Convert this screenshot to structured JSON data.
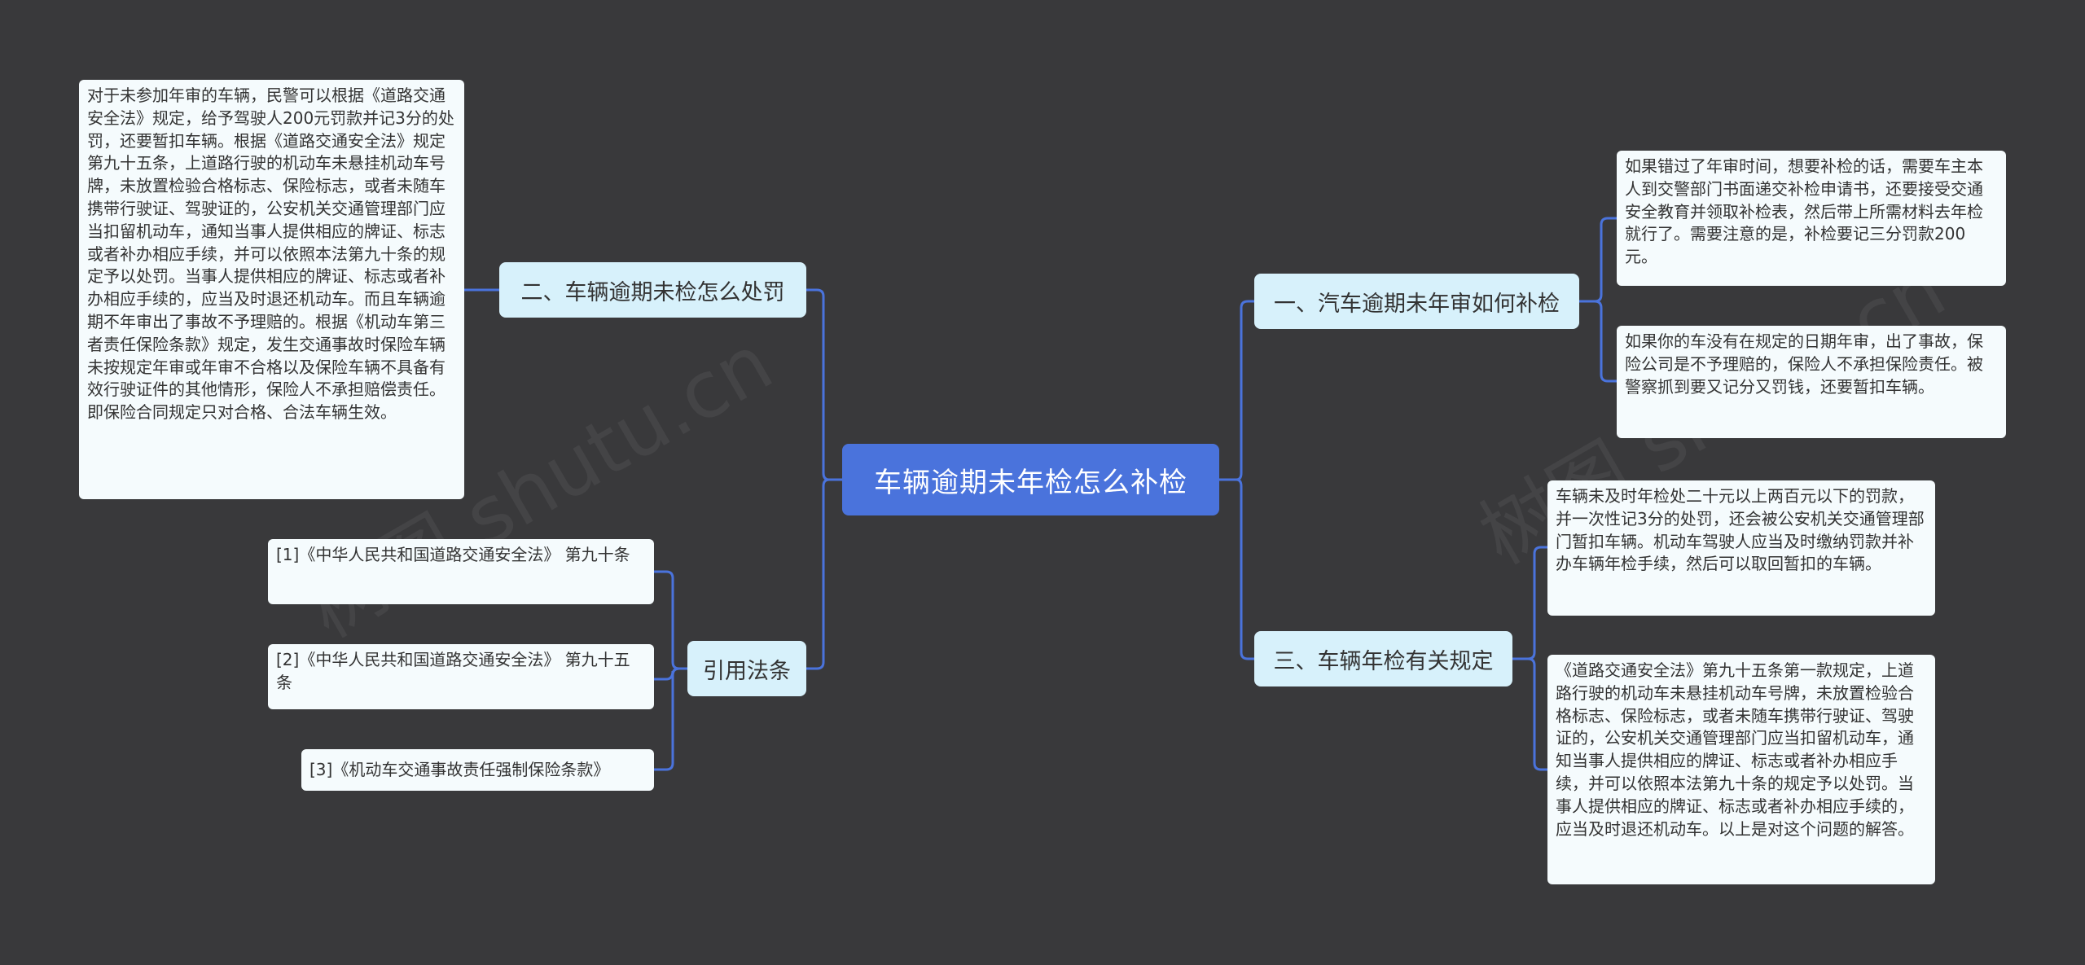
{
  "root": {
    "label": "车辆逾期未年检怎么补检"
  },
  "branches": {
    "b1": {
      "label": "一、汽车逾期未年审如何补检"
    },
    "b2": {
      "label": "二、车辆逾期未检怎么处罚"
    },
    "b3": {
      "label": "三、车辆年检有关规定"
    },
    "b4": {
      "label": "引用法条"
    }
  },
  "leaves": {
    "b1_1": "如果错过了年审时间，想要补检的话，需要车主本人到交警部门书面递交补检申请书，还要接受交通安全教育并领取补检表，然后带上所需材料去年检就行了。需要注意的是，补检要记三分罚款200元。",
    "b1_2": "如果你的车没有在规定的日期年审，出了事故，保险公司是不予理赔的，保险人不承担保险责任。被警察抓到要又记分又罚钱，还要暂扣车辆。",
    "b2_1": "对于未参加年审的车辆，民警可以根据《道路交通安全法》规定，给予驾驶人200元罚款并记3分的处罚，还要暂扣车辆。根据《道路交通安全法》规定第九十五条，上道路行驶的机动车未悬挂机动车号牌，未放置检验合格标志、保险标志，或者未随车携带行驶证、驾驶证的，公安机关交通管理部门应当扣留机动车，通知当事人提供相应的牌证、标志或者补办相应手续，并可以依照本法第九十条的规定予以处罚。当事人提供相应的牌证、标志或者补办相应手续的，应当及时退还机动车。而且车辆逾期不年审出了事故不予理赔的。根据《机动车第三者责任保险条款》规定，发生交通事故时保险车辆未按规定年审或年审不合格以及保险车辆不具备有效行驶证件的其他情形，保险人不承担赔偿责任。即保险合同规定只对合格、合法车辆生效。",
    "b3_1": "车辆未及时年检处二十元以上两百元以下的罚款，并一次性记3分的处罚，还会被公安机关交通管理部门暂扣车辆。机动车驾驶人应当及时缴纳罚款并补办车辆年检手续，然后可以取回暂扣的车辆。",
    "b3_2": "《道路交通安全法》第九十五条第一款规定，上道路行驶的机动车未悬挂机动车号牌，未放置检验合格标志、保险标志，或者未随车携带行驶证、驾驶证的，公安机关交通管理部门应当扣留机动车，通知当事人提供相应的牌证、标志或者补办相应手续，并可以依照本法第九十条的规定予以处罚。当事人提供相应的牌证、标志或者补办相应手续的，应当及时退还机动车。以上是对这个问题的解答。",
    "b4_1": "[1]《中华人民共和国道路交通安全法》 第九十条",
    "b4_2": "[2]《中华人民共和国道路交通安全法》 第九十五条",
    "b4_3": "[3]《机动车交通事故责任强制保险条款》"
  },
  "colors": {
    "background": "#39393b",
    "root": "#4a73dc",
    "branch": "#d7f1fb",
    "leaf": "#f5fbfd",
    "link": "#4a73dc"
  }
}
